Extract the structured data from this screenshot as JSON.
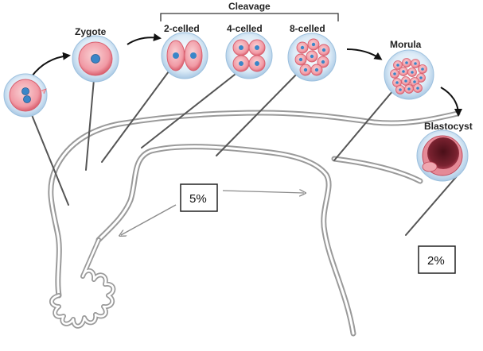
{
  "labels": {
    "zygote": "Zygote",
    "cleavage": "Cleavage",
    "two_celled": "2-celled",
    "four_celled": "4-celled",
    "eight_celled": "8-celled",
    "morula": "Morula",
    "blastocyst": "Blastocyst"
  },
  "percentages": {
    "ampulla": "5%",
    "uterus": "2%"
  },
  "colors": {
    "tube_outline": "#9a9a9a",
    "cell_membrane": "#e8707e",
    "cell_fill": "#f4b7bd",
    "nucleus": "#3a86c8",
    "zona": "#cfe2f2",
    "blastocyst_cavity": "#6e1f2a",
    "pointer_line": "#555555",
    "arrow": "#111111",
    "flow_arrow": "#8a8a8a"
  }
}
